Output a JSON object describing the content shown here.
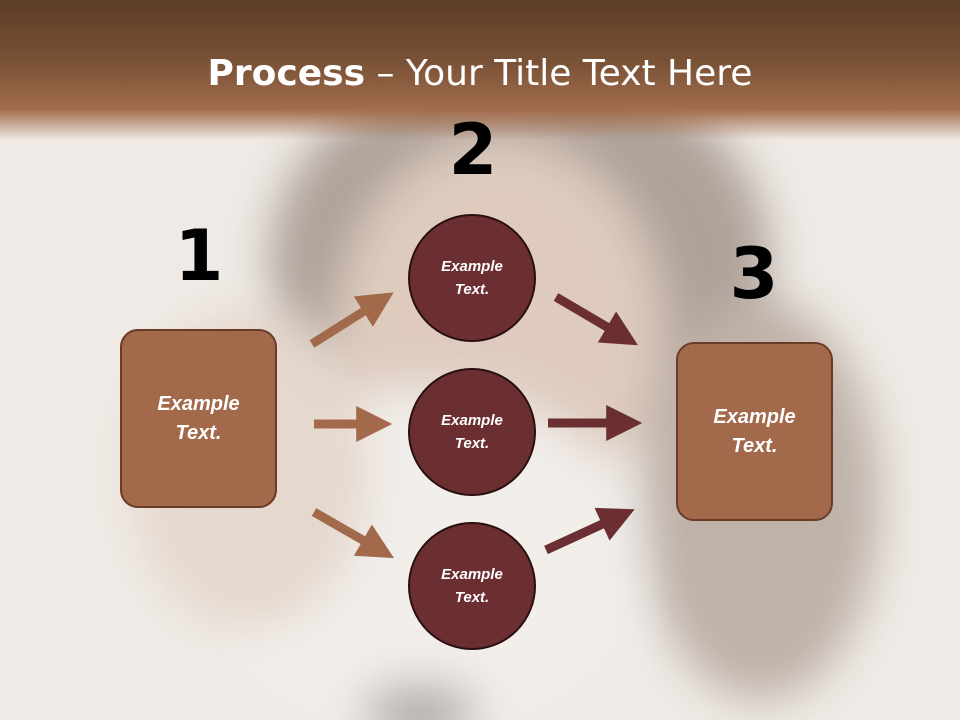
{
  "title": {
    "bold": "Process",
    "rest": " – Your Title Text Here"
  },
  "steps": [
    {
      "number": "1",
      "text": "Example\nText."
    },
    {
      "number": "2",
      "text": "Example\nText."
    },
    {
      "number": "3",
      "text": "Example\nText."
    }
  ],
  "middle_circles": [
    {
      "text": "Example\nText."
    },
    {
      "text": "Example\nText."
    },
    {
      "text": "Example\nText."
    }
  ],
  "colors": {
    "title_band": "#7a5236",
    "box_fill": "#a26a4a",
    "circle_fill": "#6b2f32",
    "arrow_left": "#a26a4a",
    "arrow_right": "#6b2f32"
  }
}
